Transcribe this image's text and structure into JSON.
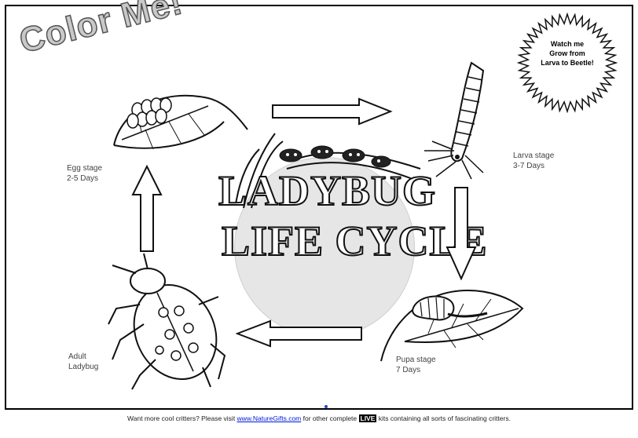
{
  "header": {
    "color_me": "Color Me!"
  },
  "badge": {
    "line1": "Watch me",
    "line2": "Grow from",
    "line3": "Larva to Beetle!"
  },
  "title": {
    "line1": "LADYBUG",
    "line2": "LIFE CYCLE"
  },
  "stages": {
    "egg": {
      "line1": "Egg stage",
      "line2": "2-5 Days"
    },
    "larva": {
      "line1": "Larva stage",
      "line2": "3-7 Days"
    },
    "pupa": {
      "line1": "Pupa stage",
      "line2": "7 Days"
    },
    "adult": {
      "line1": "Adult",
      "line2": "Ladybug"
    }
  },
  "footer": {
    "before_link": "Want more cool critters? Please visit ",
    "link": "www.NatureGifts.com",
    "middle": " for other complete ",
    "kit": "LIVE",
    "after": " kits containing all sorts of fascinating critters."
  }
}
